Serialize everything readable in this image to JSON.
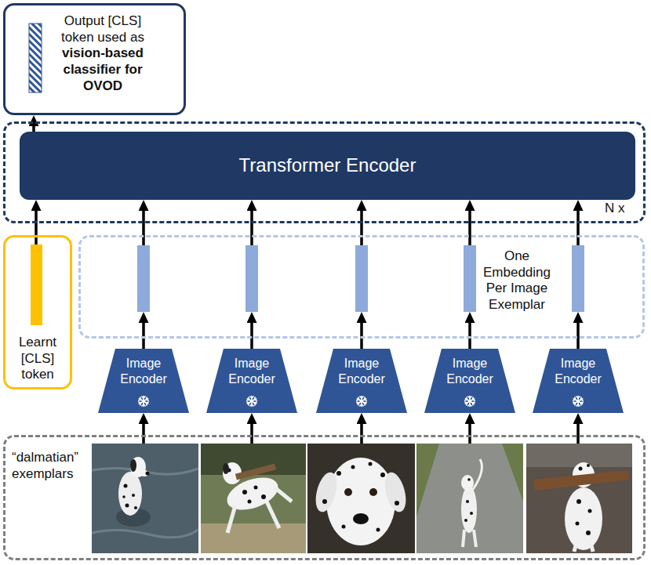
{
  "diagram": {
    "nodes": [
      {
        "text": [
          "Output [CLS] token used as",
          "vision-based classifier for OVOD"
        ]
      },
      {
        "text": [
          "N x"
        ]
      },
      {
        "text": [
          "Transformer Encoder"
        ],
        "in": 1
      },
      {
        "text": [
          "Learnt [CLS] token"
        ]
      },
      {
        "text": [
          "One Embedding Per Image Exemplar"
        ]
      },
      {
        "text": [
          "Image Encoder"
        ]
      },
      {
        "text": [
          "Image Encoder"
        ]
      },
      {
        "text": [
          "Image Encoder"
        ]
      },
      {
        "text": [
          "Image Encoder"
        ]
      },
      {
        "text": [
          "Image Encoder"
        ]
      },
      {
        "text": [
          "“dalmatian” exemplars"
        ]
      }
    ],
    "edges": [
      {
        "from": 2,
        "to": 0,
        "arrow": "to"
      },
      {
        "from": 3,
        "to": 2,
        "arrow": "to"
      },
      {
        "from": 4,
        "to": 2,
        "arrow": "to"
      },
      {
        "from": 4,
        "to": 2,
        "arrow": "to"
      },
      {
        "from": 4,
        "to": 2,
        "arrow": "to"
      },
      {
        "from": 4,
        "to": 2,
        "arrow": "to"
      },
      {
        "from": 4,
        "to": 2,
        "arrow": "to"
      },
      {
        "from": 5,
        "to": 4,
        "arrow": "to"
      },
      {
        "from": 6,
        "to": 4,
        "arrow": "to"
      },
      {
        "from": 7,
        "to": 4,
        "arrow": "to"
      },
      {
        "from": 8,
        "to": 4,
        "arrow": "to"
      },
      {
        "from": 9,
        "to": 4,
        "arrow": "to"
      },
      {
        "from": 10,
        "to": 5,
        "arrow": "to"
      },
      {
        "from": 10,
        "to": 6,
        "arrow": "to"
      },
      {
        "from": 10,
        "to": 7,
        "arrow": "to"
      },
      {
        "from": 10,
        "to": 8,
        "arrow": "to"
      },
      {
        "from": 10,
        "to": 9,
        "arrow": "to"
      }
    ]
  }
}
